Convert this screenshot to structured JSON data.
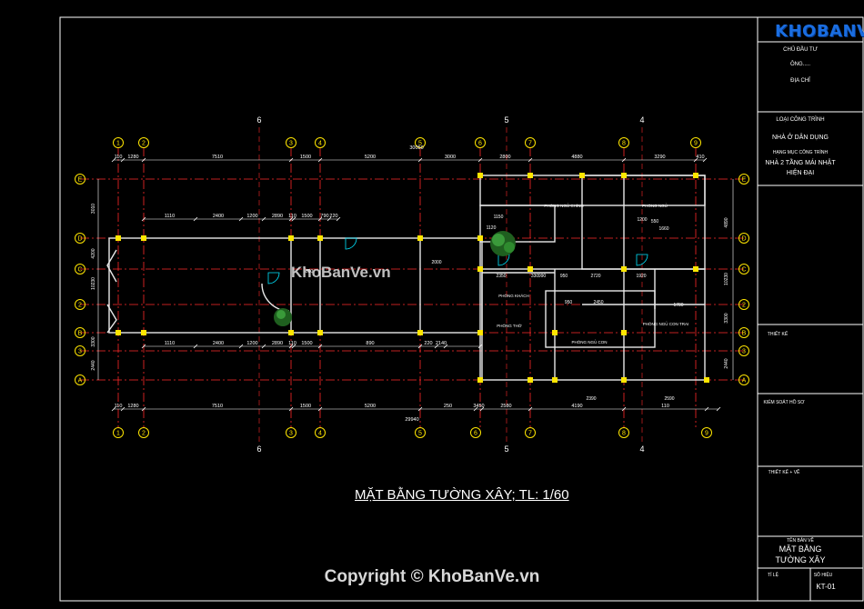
{
  "drawing_title": "MẶT BẰNG TƯỜNG XÂY; TL: 1/60",
  "watermark": "KhoBanVe.vn",
  "copyright": "Copyright © KhoBanVe.vn",
  "logo": {
    "text": "KHOBANVE"
  },
  "title_block": {
    "owner_label": "CHỦ ĐẦU TƯ",
    "owner_value": "ÔNG.....",
    "address_label": "ĐỊA CHỈ",
    "project_type_label": "LOẠI CÔNG TRÌNH",
    "project_type_value": "NHÀ Ở DÂN DỤNG",
    "project_name_label": "HẠNG MỤC CÔNG TRÌNH",
    "project_name_value_1": "NHÀ 2 TẦNG MÁI NHẬT",
    "project_name_value_2": "HIỆN ĐẠI",
    "design_label": "THIẾT KẾ",
    "check_label": "KIỂM SOÁT HỒ SƠ",
    "drawn_label": "THIẾT KẾ + VẼ",
    "sheet_name_label": "TÊN BẢN VẼ",
    "sheet_name_1": "MẶT BẰNG",
    "sheet_name_2": "TƯỜNG XÂY",
    "scale_label": "TỈ LỆ",
    "sheet_no_label": "SỐ HIỆU",
    "sheet_no": "KT-01"
  },
  "grid_columns_top": [
    "1",
    "2",
    "3",
    "4",
    "5",
    "6",
    "7",
    "8",
    "9"
  ],
  "grid_rows_left": [
    "E",
    "D",
    "C",
    "2",
    "B",
    "3",
    "A"
  ],
  "section_marks": [
    "6",
    "5",
    "4"
  ],
  "dimensions_top": [
    "110",
    "1280",
    "7510",
    "1500",
    "5200",
    "3000",
    "2800",
    "4880",
    "3290",
    "410"
  ],
  "dimension_total_top": "30050",
  "dimensions_bottom": [
    "110",
    "1280",
    "7510",
    "1500",
    "5200",
    "250",
    "3450",
    "2580",
    "4190",
    "110"
  ],
  "dimension_total_bottom": "29940",
  "dimensions_inner_top": [
    "1110",
    "2400",
    "1200",
    "2890",
    "110",
    "1500",
    "790",
    "220"
  ],
  "dimensions_inner_bottom": [
    "1110",
    "2400",
    "1200",
    "2890",
    "110",
    "1500",
    "890",
    "220",
    "2140"
  ],
  "dimensions_left": [
    "3010",
    "4200",
    "10230",
    "3300",
    "2440"
  ],
  "dimensions_right": [
    "4890",
    "10230",
    "3300",
    "2440"
  ],
  "room_labels": [
    "PHÒNG NGỦ CHÍNH",
    "PHÒNG NGỦ",
    "PHÒNG KHÁCH",
    "PHÒNG NGỦ CON",
    "PHÒNG NGỦ CON TRAI",
    "PHÒNG THỜ"
  ],
  "misc_dims": [
    "2350",
    "330",
    "990",
    "950",
    "2720",
    "1920",
    "2450",
    "1780",
    "950",
    "2590",
    "2390",
    "1150",
    "1120",
    "1200",
    "550",
    "1660",
    "300",
    "2000"
  ],
  "colors": {
    "background": "#000000",
    "grid_line": "#ff2a2a",
    "wall": "#e8e8e8",
    "column": "#ffe600",
    "bubble": "#ffe600",
    "dimension": "#ffffff",
    "frame": "#ffffff",
    "accent_cyan": "#00e5ff",
    "accent_green": "#3cff3c",
    "accent_magenta": "#ff3cff"
  }
}
